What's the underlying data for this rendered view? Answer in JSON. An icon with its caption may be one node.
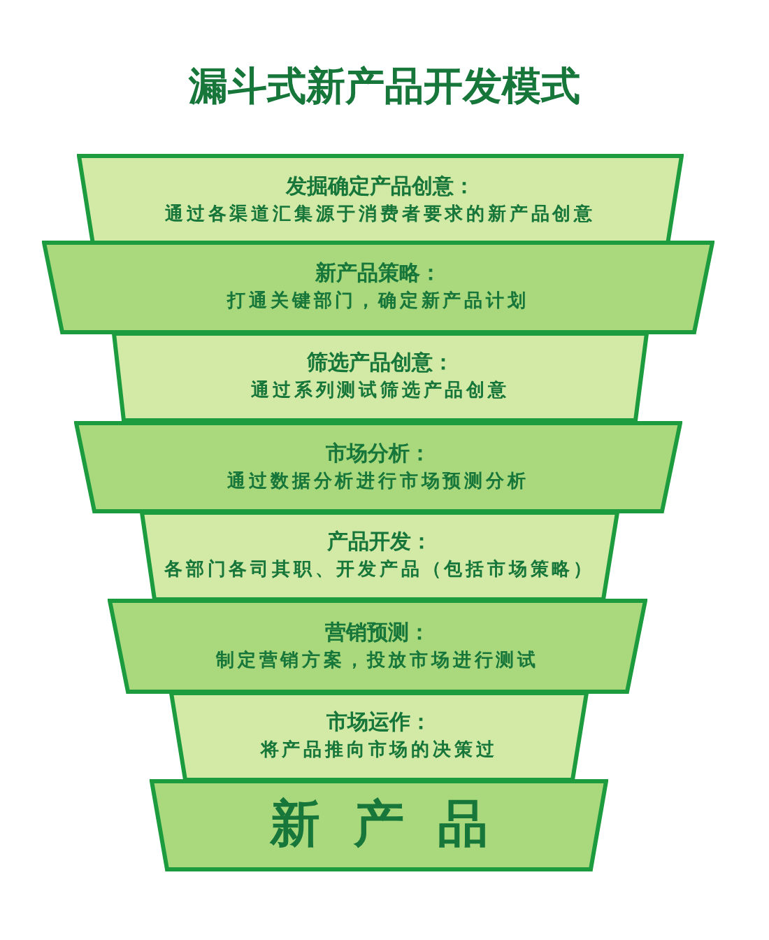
{
  "diagram": {
    "title": "漏斗式新产品开发模式",
    "nodes": [
      {
        "text": [
          "发掘确定产品创意：",
          "通过各渠道汇集源于消费者要求的新产品创意"
        ]
      },
      {
        "text": [
          "新产品策略：",
          "打通关键部门，确定新产品计划"
        ]
      },
      {
        "text": [
          "筛选产品创意：",
          "通过系列测试筛选产品创意"
        ]
      },
      {
        "text": [
          "市场分析：",
          "通过数据分析进行市场预测分析"
        ]
      },
      {
        "text": [
          "产品开发：",
          "各部门各司其职、开发产品（包括市场策略）"
        ]
      },
      {
        "text": [
          "营销预测：",
          "制定营销方案，投放市场进行测试"
        ]
      },
      {
        "text": [
          "市场运作：",
          "将产品推向市场的决策过"
        ]
      },
      {
        "text": [
          "新产品"
        ]
      }
    ]
  }
}
